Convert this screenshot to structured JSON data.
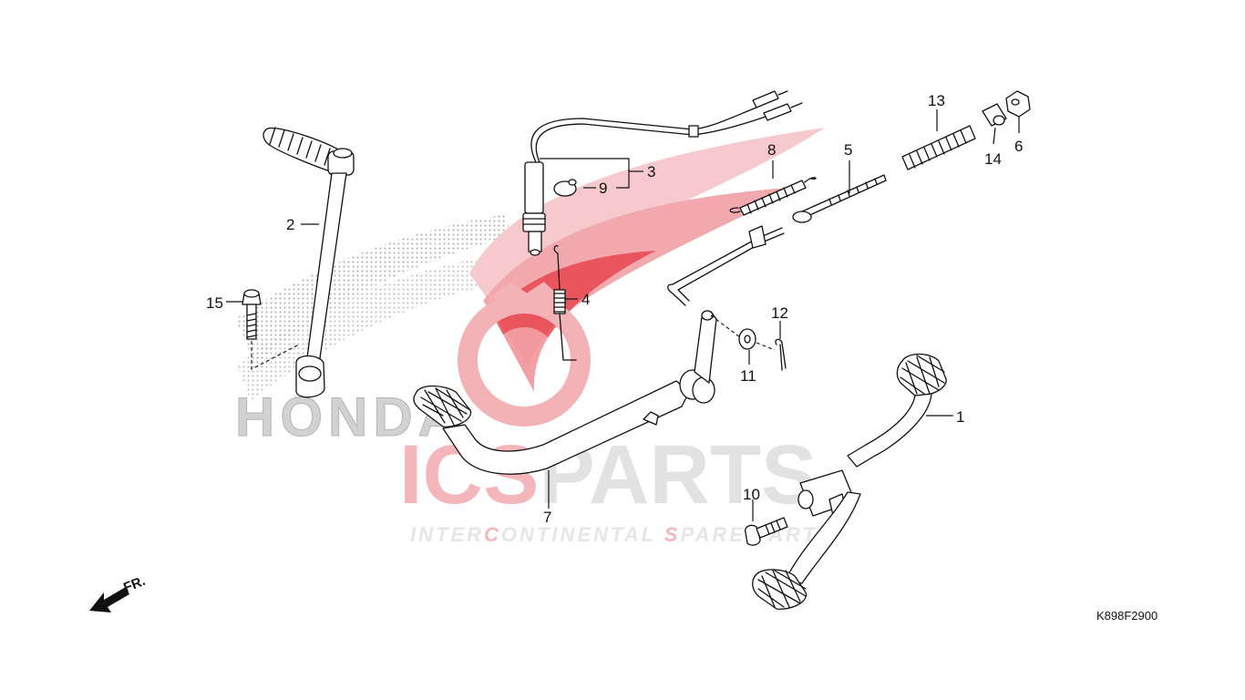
{
  "diagram": {
    "code": "K898F2900",
    "front_label": "FR.",
    "callouts": [
      {
        "id": "c1",
        "label": "1"
      },
      {
        "id": "c2",
        "label": "2"
      },
      {
        "id": "c3",
        "label": "3"
      },
      {
        "id": "c4",
        "label": "4"
      },
      {
        "id": "c5",
        "label": "5"
      },
      {
        "id": "c6",
        "label": "6"
      },
      {
        "id": "c7",
        "label": "7"
      },
      {
        "id": "c8",
        "label": "8"
      },
      {
        "id": "c9",
        "label": "9"
      },
      {
        "id": "c10",
        "label": "10"
      },
      {
        "id": "c11",
        "label": "11"
      },
      {
        "id": "c12",
        "label": "12"
      },
      {
        "id": "c13",
        "label": "13"
      },
      {
        "id": "c14",
        "label": "14"
      },
      {
        "id": "c15",
        "label": "15"
      }
    ]
  },
  "watermark": {
    "brand_text": "HONDA",
    "logo_left": "ICS",
    "logo_right": "PARTS",
    "tagline_a": "INTER",
    "tagline_b": "C",
    "tagline_c": "ONTINENTAL ",
    "tagline_d": "S",
    "tagline_e": "PARE PARTS",
    "colors": {
      "wing_red": "#e8474f",
      "wing_pink": "#f6c9cc",
      "honda_grey": "#c8c8c8",
      "parts_grey": "#dcdcdc",
      "ics_red": "#f2a0a5"
    }
  }
}
